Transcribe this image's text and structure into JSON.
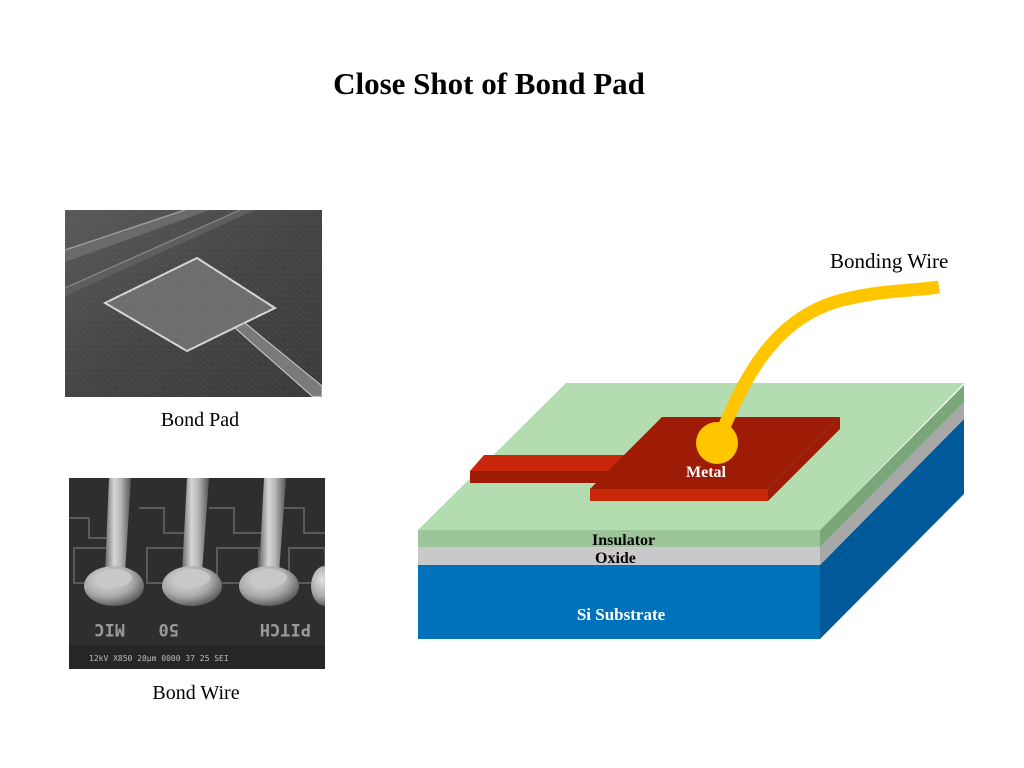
{
  "slide": {
    "title": "Close Shot of Bond Pad"
  },
  "photos": {
    "bond_pad_caption": "Bond Pad",
    "bond_wire_caption": "Bond Wire",
    "micrograph_text": {
      "row1": "MIC",
      "row1b": "50",
      "row1c": "PITCH",
      "footer": "12kV   X850   20μm   0000  37 25 SEI"
    }
  },
  "diagram": {
    "bonding_wire_label": "Bonding Wire",
    "metal_label": "Metal",
    "insulator_label": "Insulator",
    "oxide_label": "Oxide",
    "substrate_label": "Si Substrate",
    "colors": {
      "insulator_top": "#b3dcb0",
      "insulator_front": "#9cc59a",
      "insulator_side": "#7aa77a",
      "oxide_front": "#c9c9c9",
      "oxide_side": "#a8a8a8",
      "substrate_front": "#0072bc",
      "substrate_side": "#005a99",
      "metal": "#9e1b05",
      "metal_edge": "#c8270a",
      "wire": "#ffc600"
    }
  }
}
